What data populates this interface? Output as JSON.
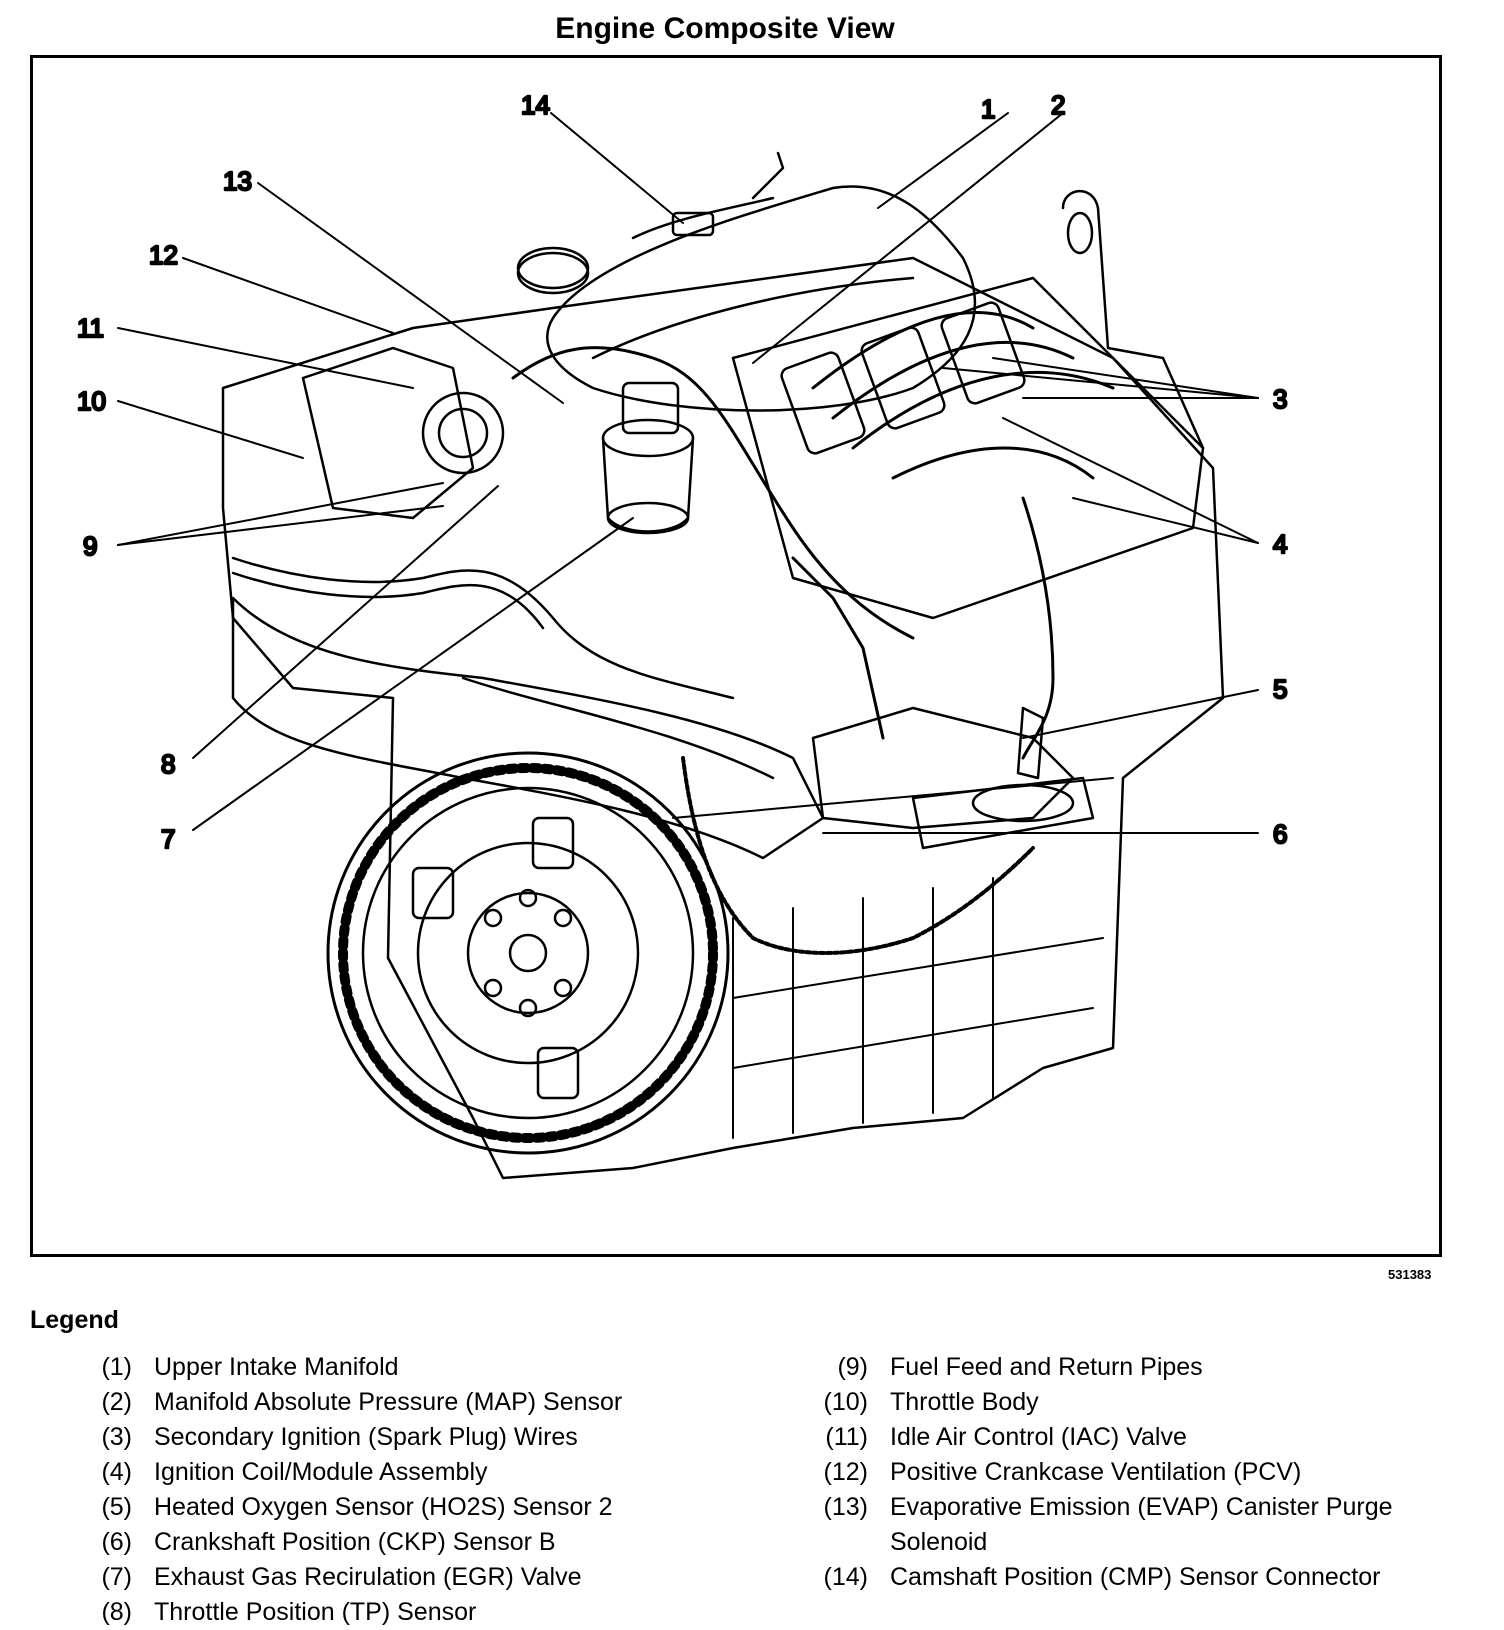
{
  "title": "Engine Composite View",
  "figure_id": "531383",
  "legend_title": "Legend",
  "callouts": [
    "1",
    "2",
    "3",
    "4",
    "5",
    "6",
    "7",
    "8",
    "9",
    "10",
    "11",
    "12",
    "13",
    "14"
  ],
  "legend": {
    "left": [
      {
        "num": "(1)",
        "text": "Upper Intake Manifold"
      },
      {
        "num": "(2)",
        "text": "Manifold Absolute Pressure (MAP) Sensor"
      },
      {
        "num": "(3)",
        "text": "Secondary Ignition (Spark Plug) Wires"
      },
      {
        "num": "(4)",
        "text": "Ignition Coil/Module Assembly"
      },
      {
        "num": "(5)",
        "text": "Heated Oxygen Sensor (HO2S) Sensor 2"
      },
      {
        "num": "(6)",
        "text": "Crankshaft Position (CKP) Sensor B"
      },
      {
        "num": "(7)",
        "text": "Exhaust Gas Recirulation (EGR) Valve"
      },
      {
        "num": "(8)",
        "text": "Throttle Position (TP) Sensor"
      }
    ],
    "right": [
      {
        "num": "(9)",
        "text": "Fuel Feed and Return Pipes"
      },
      {
        "num": "(10)",
        "text": "Throttle Body"
      },
      {
        "num": "(11)",
        "text": "Idle Air Control (IAC) Valve"
      },
      {
        "num": "(12)",
        "text": "Positive Crankcase Ventilation (PCV)"
      },
      {
        "num": "(13)",
        "text": "Evaporative Emission (EVAP) Canister Purge Solenoid"
      },
      {
        "num": "(14)",
        "text": "Camshaft Position (CMP) Sensor Connector"
      }
    ]
  }
}
